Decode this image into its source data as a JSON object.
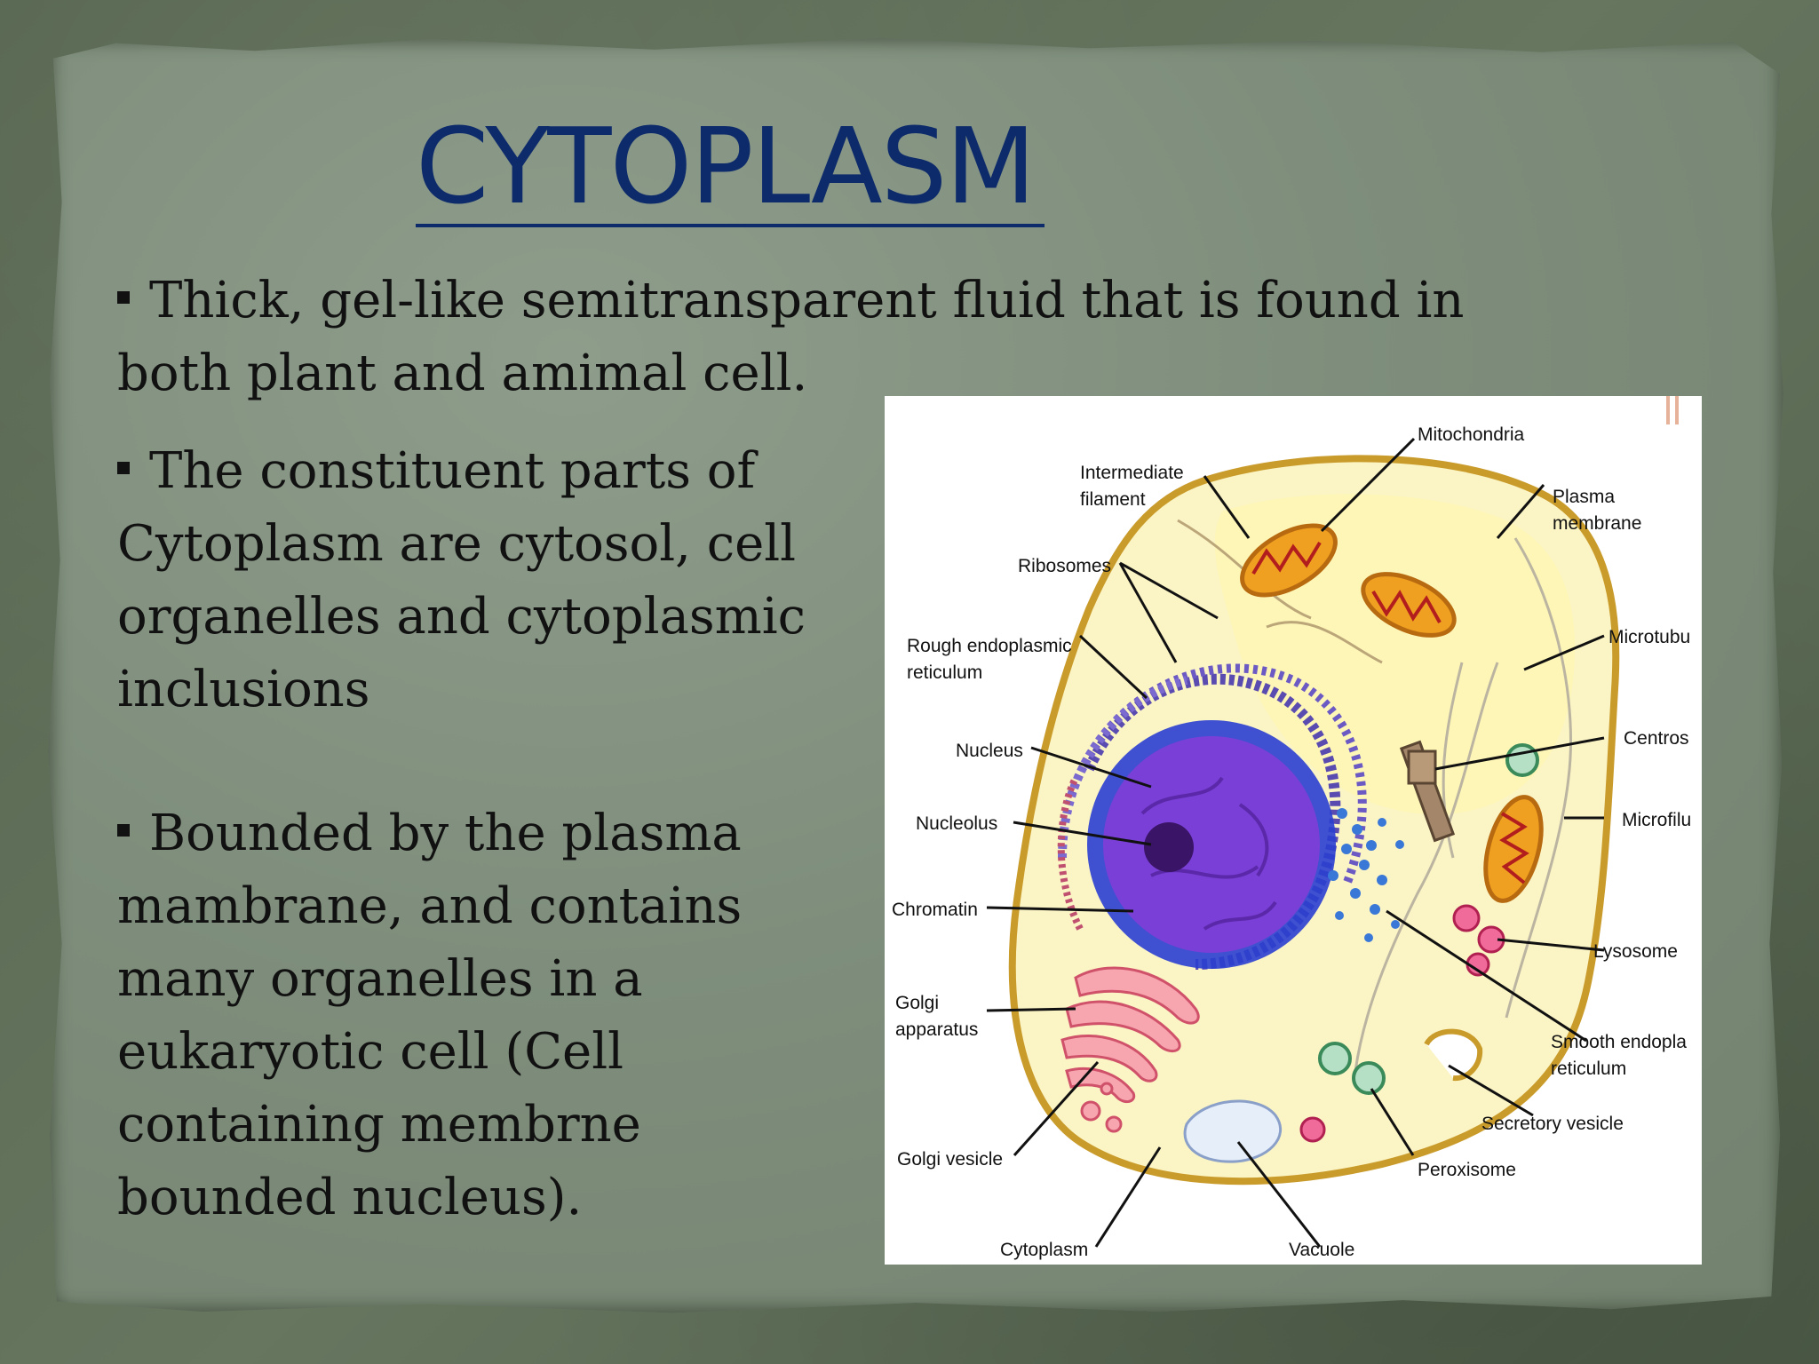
{
  "slide": {
    "title": "CYTOPLASM",
    "bullets": [
      "Thick, gel-like semitransparent fluid that is found in both plant and amimal cell.",
      "The constituent parts of Cytoplasm are cytosol, cell organelles and cytoplasmic inclusions",
      "Bounded by the plasma mambrane, and contains many organelles in a eukaryotic cell (Cell containing membrne bounded nucleus)."
    ],
    "title_color": "#0d2a6b"
  },
  "diagram": {
    "labels": {
      "mitochondria": "Mitochondria",
      "intermediate_filament_1": "Intermediate",
      "intermediate_filament_2": "filament",
      "plasma_membrane_1": "Plasma",
      "plasma_membrane_2": "membrane",
      "ribosomes": "Ribosomes",
      "rough_er_1": "Rough endoplasmic",
      "rough_er_2": "reticulum",
      "microtubule": "Microtubu",
      "nucleus": "Nucleus",
      "centrosome": "Centros",
      "nucleolus": "Nucleolus",
      "microfilament": "Microfilu",
      "chromatin": "Chromatin",
      "lysosome": "Lysosome",
      "golgi_apparatus_1": "Golgi",
      "golgi_apparatus_2": "apparatus",
      "smooth_er_1": "Smooth endopla",
      "smooth_er_2": "reticulum",
      "secretory_vesicle": "Secretory vesicle",
      "golgi_vesicle": "Golgi vesicle",
      "peroxisome": "Peroxisome",
      "cytoplasm": "Cytoplasm",
      "vacuole": "Vacuole"
    }
  }
}
